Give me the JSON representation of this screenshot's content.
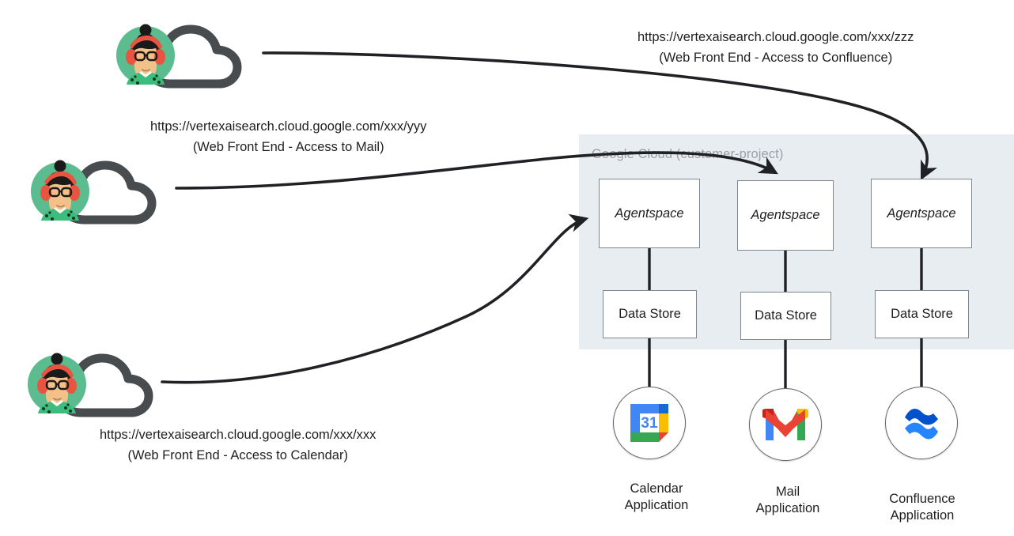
{
  "diagram": {
    "title": "Agentspace multi-datastore access architecture",
    "background": "#ffffff"
  },
  "cloud_region": {
    "label": "Google Cloud (customer-project)",
    "fill": "#e8edf1",
    "label_color": "#9aa0a6"
  },
  "users": [
    {
      "id": "user-confluence",
      "avatar_name": "user-avatar-with-cloud",
      "url": "https://vertexaisearch.cloud.google.com/xxx/zzz",
      "description": "(Web Front End - Access to Confluence)"
    },
    {
      "id": "user-mail",
      "avatar_name": "user-avatar-with-cloud",
      "url": "https://vertexaisearch.cloud.google.com/xxx/yyy",
      "description": "(Web Front End - Access to Mail)"
    },
    {
      "id": "user-calendar",
      "avatar_name": "user-avatar-with-cloud",
      "url": "https://vertexaisearch.cloud.google.com/xxx/xxx",
      "description": "(Web Front End - Access to Calendar)"
    }
  ],
  "columns": [
    {
      "id": "calendar",
      "agentspace_label": "Agentspace",
      "datastore_label": "Data Store",
      "app_icon": "google-calendar-icon",
      "app_label_line1": "Calendar",
      "app_label_line2": "Application"
    },
    {
      "id": "mail",
      "agentspace_label": "Agentspace",
      "datastore_label": "Data Store",
      "app_icon": "gmail-icon",
      "app_label_line1": "Mail",
      "app_label_line2": "Application"
    },
    {
      "id": "confluence",
      "agentspace_label": "Agentspace",
      "datastore_label": "Data Store",
      "app_icon": "confluence-icon",
      "app_label_line1": "Confluence",
      "app_label_line2": "Application"
    }
  ],
  "icon_colors": {
    "calendar_blue": "#4285f4",
    "calendar_yellow": "#fbbc04",
    "calendar_green": "#34a853",
    "calendar_red": "#ea4335",
    "calendar_darkblue": "#1967d2",
    "gmail_red": "#ea4335",
    "gmail_dark_red": "#c5221f",
    "gmail_blue": "#4285f4",
    "gmail_yellow": "#fbbc04",
    "gmail_green": "#34a853",
    "confluence_blue": "#2684ff",
    "confluence_dark_blue": "#0052cc",
    "avatar_bg": "#5bbd8f",
    "cloud_outline": "#494c4e",
    "arrow": "#202124",
    "box_border": "#80868b"
  },
  "calendar_icon_text": "31"
}
